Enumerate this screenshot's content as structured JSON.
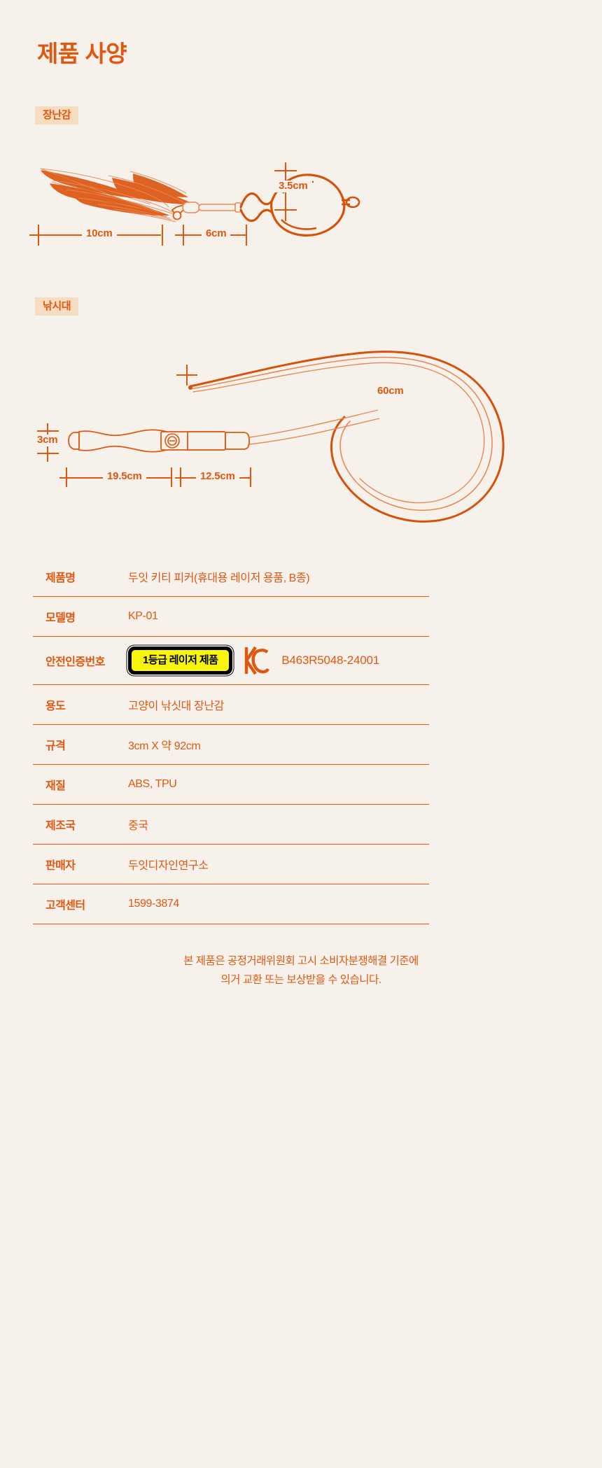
{
  "page": {
    "title": "제품 사양",
    "background_color": "#f7f1ec",
    "accent_color": "#e2570f",
    "badge_background": "#f6dcc1"
  },
  "sections": [
    {
      "badge": "장난감"
    },
    {
      "badge": "낚시대"
    }
  ],
  "dimensions": {
    "toy": {
      "width_total": "10cm",
      "width_head": "6cm",
      "height": "3.5cm"
    },
    "rod": {
      "length_curve": "60cm",
      "handle_height": "3cm",
      "handle_length": "19.5cm",
      "shaft_length": "12.5cm"
    }
  },
  "spec_table": {
    "rows": [
      {
        "label": "제품명",
        "value": "두잇 키티 피커(휴대용 레이저 용품, B종)"
      },
      {
        "label": "모델명",
        "value": "KP-01"
      },
      {
        "label": "안전인증번호",
        "value": ""
      },
      {
        "label": "용도",
        "value": "고양이 낚싯대 장난감"
      },
      {
        "label": "규격",
        "value": "3cm X 약 92cm"
      },
      {
        "label": "재질",
        "value": "ABS, TPU"
      },
      {
        "label": "제조국",
        "value": "중국"
      },
      {
        "label": "판매자",
        "value": "두잇디자인연구소"
      },
      {
        "label": "고객센터",
        "value": "1599-3874"
      }
    ]
  },
  "certification": {
    "laser_badge_text": "1등급 레이저 제품",
    "laser_badge_bg": "#000000",
    "laser_badge_inner_bg": "#f9f60a",
    "kc_mark_label": "KC",
    "number": "B463R5048-24001"
  },
  "footer": {
    "line1": "본 제품은 공정거래위원회 고시 소비자분쟁해결 기준에",
    "line2": "의거 교환 또는 보상받을 수 있습니다."
  }
}
